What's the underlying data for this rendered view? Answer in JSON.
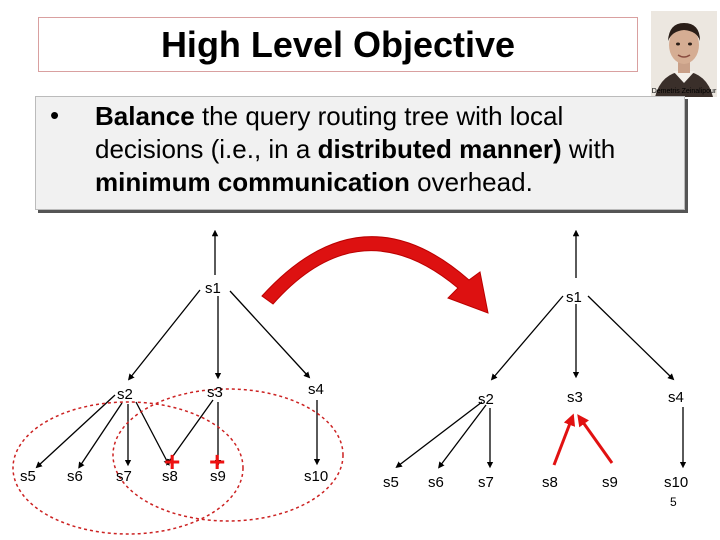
{
  "slide": {
    "title": "High Level Objective",
    "photo_caption": "Demetris Zeinalipour",
    "bullet": {
      "parts": [
        {
          "text": "Balance",
          "bold": true
        },
        {
          "text": " the query routing tree with local decisions (i.e., in a ",
          "bold": false
        },
        {
          "text": "distributed manner)",
          "bold": true
        },
        {
          "text": " with ",
          "bold": false
        },
        {
          "text": "minimum communication",
          "bold": true
        },
        {
          "text": " overhead.",
          "bold": false
        }
      ]
    },
    "page_number": "5"
  },
  "left_tree": {
    "s1": "s1",
    "s2": "s2",
    "s3": "s3",
    "s4": "s4",
    "s5": "s5",
    "s6": "s6",
    "s7": "s7",
    "s8": "s8",
    "s9": "s9",
    "s10": "s10",
    "plus_s8": "+",
    "plus_s9": "+"
  },
  "right_tree": {
    "s1": "s1",
    "s2": "s2",
    "s3": "s3",
    "s4": "s4",
    "s5": "s5",
    "s6": "s6",
    "s7": "s7",
    "s8": "s8",
    "s9": "s9",
    "s10": "s10"
  },
  "colors": {
    "accent_red": "#e11111",
    "arrow_red": "#dd1111",
    "dashed_red": "#cc2222"
  }
}
